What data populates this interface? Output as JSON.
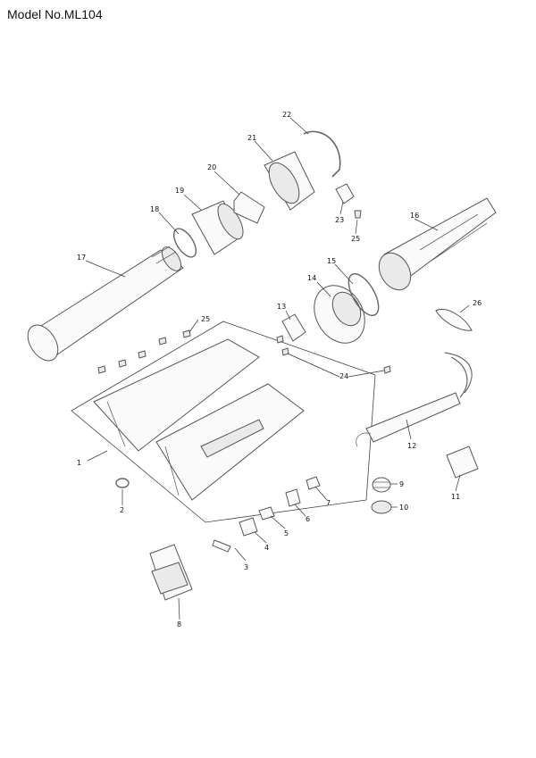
{
  "header": {
    "title": "Model No.ML104"
  },
  "callouts": [
    {
      "label": "1"
    },
    {
      "label": "2"
    },
    {
      "label": "3"
    },
    {
      "label": "4"
    },
    {
      "label": "5"
    },
    {
      "label": "6"
    },
    {
      "label": "7"
    },
    {
      "label": "8"
    },
    {
      "label": "9"
    },
    {
      "label": "10"
    },
    {
      "label": "11"
    },
    {
      "label": "12"
    },
    {
      "label": "13"
    },
    {
      "label": "14"
    },
    {
      "label": "15"
    },
    {
      "label": "16"
    },
    {
      "label": "17"
    },
    {
      "label": "18"
    },
    {
      "label": "19"
    },
    {
      "label": "20"
    },
    {
      "label": "21"
    },
    {
      "label": "22"
    },
    {
      "label": "23"
    },
    {
      "label": "24"
    },
    {
      "label": "25"
    },
    {
      "label": "25"
    },
    {
      "label": "26"
    }
  ]
}
